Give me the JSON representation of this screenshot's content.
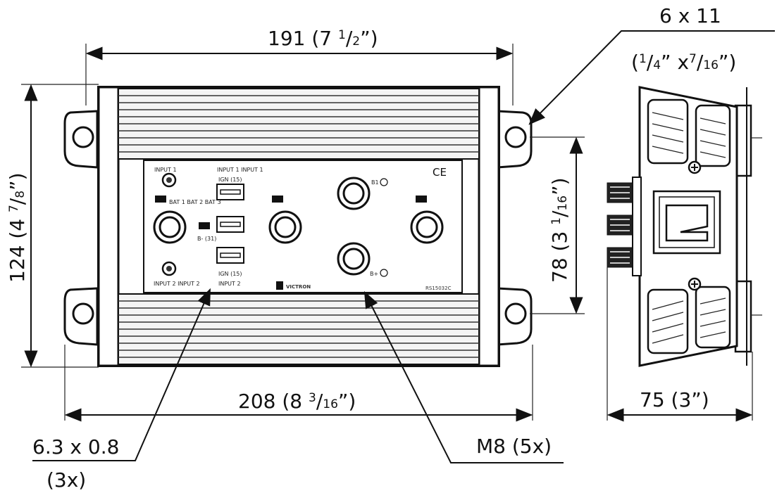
{
  "dimensions": {
    "width_top": {
      "main": "191 (7 ",
      "frac_num": "1",
      "frac_den": "2",
      "close": "”)"
    },
    "width_bottom": {
      "main": "208 (8 ",
      "frac_num": "3",
      "frac_den": "16",
      "close": "”)"
    },
    "height_left": {
      "main": "124 (4 ",
      "frac_num": "7",
      "frac_den": "8",
      "close": "”)"
    },
    "height_right": {
      "main": "78 (3 ",
      "frac_num": "1",
      "frac_den": "16",
      "close": "”)"
    },
    "depth": "75 (3”)"
  },
  "callouts": {
    "slot": {
      "line1": "6 x 11",
      "line2_a": "(",
      "line2_n1": "1",
      "line2_d1": "4",
      "line2_mid": "” x",
      "line2_n2": "7",
      "line2_d2": "16",
      "line2_close": "”)"
    },
    "tab_terminal": {
      "line1": "6.3 x 0.8",
      "line2": "(3x)"
    },
    "stud": "M8 (5x)"
  },
  "panel_labels": {
    "input1_left": "INPUT 1",
    "input1_top": "INPUT 1  INPUT 1",
    "ign_top": "IGN (15)",
    "bat_row": "BAT 1  BAT 2  BAT 3",
    "b_minus": "B- (31)",
    "ign_bottom": "IGN (15)",
    "input2_left": "INPUT 2  INPUT 2",
    "input2_bottom": "INPUT 2",
    "b1_label": "B1",
    "b2_label": "B+",
    "ce_mark": "CE",
    "brand": "VICTRON",
    "model": "RS15032C"
  }
}
